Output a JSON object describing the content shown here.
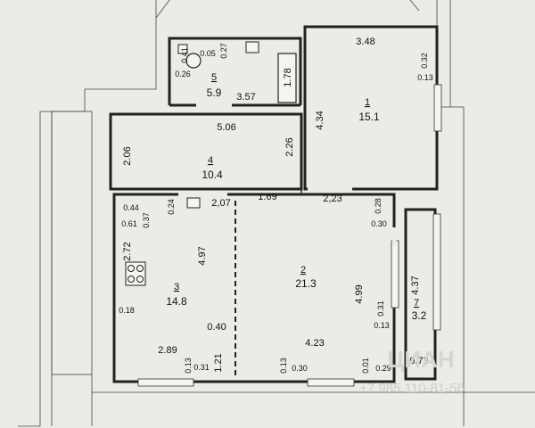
{
  "rooms": [
    {
      "number": "1",
      "area": "15.1"
    },
    {
      "number": "2",
      "area": "21.3"
    },
    {
      "number": "3",
      "area": "14.8"
    },
    {
      "number": "4",
      "area": "10.4"
    },
    {
      "number": "5",
      "area": "5.9"
    },
    {
      "number": "7",
      "area": "3.2"
    }
  ],
  "dims": {
    "r1_top": "3.48",
    "r1_left": "4.34",
    "r1_right_a": "0.32",
    "r1_right_b": "0.13",
    "r5_a": "0.41",
    "r5_b": "0.05",
    "r5_c": "0.27",
    "r5_d": "0.26",
    "r5_width": "3.57",
    "r5_fixture": "1.78",
    "r4_top": "5.06",
    "r4_left": "2.06",
    "r4_right": "2.26",
    "r3_a": "0.44",
    "r3_b": "0.37",
    "r3_c": "0.24",
    "r3_d": "2,07",
    "r3_e": "0.61",
    "r3_f": "2.72",
    "r3_g": "4.97",
    "r3_h": "0.18",
    "r3_i": "0.40",
    "r3_j": "2.89",
    "r3_k": "0.13",
    "r3_l": "0.31",
    "r3_m": "1.21",
    "r2_a": "1.69",
    "r2_b": "2,23",
    "r2_c": "0.28",
    "r2_d": "0.30",
    "r2_e": "4.99",
    "r2_f": "0.31",
    "r2_g": "0.13",
    "r2_h": "4.23",
    "r2_i": "0.13",
    "r2_j": "0.30",
    "r2_k": "0.01",
    "r2_l": "0.29",
    "r7_a": "4.37",
    "r7_b": "0.73"
  },
  "watermark": {
    "brand": "ЦИАН",
    "number": "+7 985 110-81-56"
  }
}
